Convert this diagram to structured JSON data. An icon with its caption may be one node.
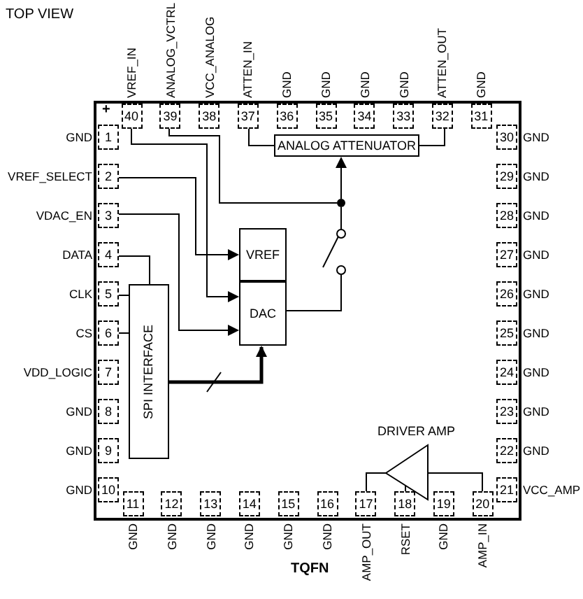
{
  "diagram": {
    "nodes": [
      {
        "text": [
          "1"
        ],
        "beside": [
          "GND"
        ]
      },
      {
        "text": [
          "2"
        ],
        "beside": [
          "VREF_SELECT"
        ]
      },
      {
        "text": [
          "3"
        ],
        "beside": [
          "VDAC_EN"
        ]
      },
      {
        "text": [
          "4"
        ],
        "beside": [
          "DATA"
        ]
      },
      {
        "text": [
          "5"
        ],
        "beside": [
          "CLK"
        ]
      },
      {
        "text": [
          "6"
        ],
        "beside": [
          "CS"
        ]
      },
      {
        "text": [
          "7"
        ],
        "beside": [
          "VDD_LOGIC"
        ]
      },
      {
        "text": [
          "8"
        ],
        "beside": [
          "GND"
        ]
      },
      {
        "text": [
          "9"
        ],
        "beside": [
          "GND"
        ]
      },
      {
        "text": [
          "10"
        ],
        "beside": [
          "GND"
        ]
      },
      {
        "text": [
          "11"
        ],
        "beside": [
          "GND"
        ]
      },
      {
        "text": [
          "12"
        ],
        "beside": [
          "GND"
        ]
      },
      {
        "text": [
          "13"
        ],
        "beside": [
          "GND"
        ]
      },
      {
        "text": [
          "14"
        ],
        "beside": [
          "GND"
        ]
      },
      {
        "text": [
          "15"
        ],
        "beside": [
          "GND"
        ]
      },
      {
        "text": [
          "16"
        ],
        "beside": [
          "GND"
        ]
      },
      {
        "text": [
          "17"
        ],
        "beside": [
          "AMP_OUT"
        ]
      },
      {
        "text": [
          "18"
        ],
        "beside": [
          "RSET"
        ]
      },
      {
        "text": [
          "19"
        ],
        "beside": [
          "GND"
        ]
      },
      {
        "text": [
          "20"
        ],
        "beside": [
          "AMP_IN"
        ]
      },
      {
        "text": [
          "21"
        ],
        "beside": [
          "VCC_AMP"
        ]
      },
      {
        "text": [
          "22"
        ],
        "beside": [
          "GND"
        ]
      },
      {
        "text": [
          "23"
        ],
        "beside": [
          "GND"
        ]
      },
      {
        "text": [
          "24"
        ],
        "beside": [
          "GND"
        ]
      },
      {
        "text": [
          "25"
        ],
        "beside": [
          "GND"
        ]
      },
      {
        "text": [
          "26"
        ],
        "beside": [
          "GND"
        ]
      },
      {
        "text": [
          "27"
        ],
        "beside": [
          "GND"
        ]
      },
      {
        "text": [
          "28"
        ],
        "beside": [
          "GND"
        ]
      },
      {
        "text": [
          "29"
        ],
        "beside": [
          "GND"
        ]
      },
      {
        "text": [
          "30"
        ],
        "beside": [
          "GND"
        ]
      },
      {
        "text": [
          "31"
        ],
        "beside": [
          "GND"
        ]
      },
      {
        "text": [
          "32"
        ],
        "beside": [
          "ATTEN_OUT"
        ]
      },
      {
        "text": [
          "33"
        ],
        "beside": [
          "GND"
        ]
      },
      {
        "text": [
          "34"
        ],
        "beside": [
          "GND"
        ]
      },
      {
        "text": [
          "35"
        ],
        "beside": [
          "GND"
        ]
      },
      {
        "text": [
          "36"
        ],
        "beside": [
          "GND"
        ]
      },
      {
        "text": [
          "37"
        ],
        "beside": [
          "ATTEN_IN"
        ]
      },
      {
        "text": [
          "38"
        ],
        "beside": [
          "VCC_ANALOG"
        ]
      },
      {
        "text": [
          "39"
        ],
        "beside": [
          "ANALOG_VCTRL"
        ]
      },
      {
        "text": [
          "40"
        ],
        "beside": [
          "VREF_IN"
        ]
      },
      {
        "text": [
          "ANALOG ATTENUATOR"
        ]
      },
      {
        "text": [
          "VREF"
        ]
      },
      {
        "text": [
          "DAC"
        ]
      },
      {
        "text": [
          "SPI INTERFACE"
        ]
      },
      {
        "text": [
          "DRIVER AMP"
        ]
      },
      {
        "text": [],
        "shape": "circle"
      },
      {
        "text": [],
        "shape": "switch"
      }
    ],
    "edges": [
      {
        "from": 39,
        "to": 42,
        "arrow": "to"
      },
      {
        "from": 38,
        "to": 45,
        "arrow": "none"
      },
      {
        "from": 45,
        "to": 40,
        "arrow": "to"
      },
      {
        "from": 36,
        "to": 40,
        "arrow": "none"
      },
      {
        "from": 40,
        "to": 31,
        "arrow": "none"
      },
      {
        "from": 45,
        "to": 46,
        "arrow": "none"
      },
      {
        "from": 42,
        "to": 46,
        "arrow": "none"
      },
      {
        "from": 1,
        "to": 41,
        "arrow": "to"
      },
      {
        "from": 2,
        "to": 42,
        "arrow": "to"
      },
      {
        "from": 3,
        "to": 43,
        "arrow": "none"
      },
      {
        "from": 4,
        "to": 43,
        "arrow": "none"
      },
      {
        "from": 5,
        "to": 43,
        "arrow": "none"
      },
      {
        "from": 43,
        "to": 42,
        "arrow": "to",
        "style": "thick"
      },
      {
        "from": 16,
        "to": 44,
        "arrow": "none"
      },
      {
        "from": 17,
        "to": 44,
        "arrow": "none"
      },
      {
        "from": 19,
        "to": 44,
        "arrow": "none"
      }
    ],
    "labels": [
      "TOP VIEW",
      "+",
      "TQFN"
    ]
  }
}
